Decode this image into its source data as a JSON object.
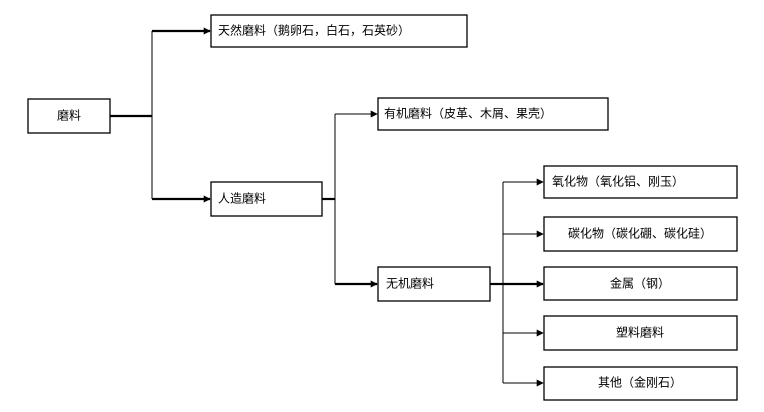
{
  "nodes": {
    "root": "磨料",
    "natural": "天然磨料（鹅卵石，白石，石英砂）",
    "artificial": "人造磨料",
    "organic": "有机磨料（皮革、木屑、果壳）",
    "inorganic": "无机磨料",
    "oxide": "氧化物（氧化铝、刚玉）",
    "carbide": "碳化物（碳化硼、碳化硅）",
    "metal": "金属（钢）",
    "plastic": "塑料磨料",
    "other": "其他（金刚石）"
  }
}
